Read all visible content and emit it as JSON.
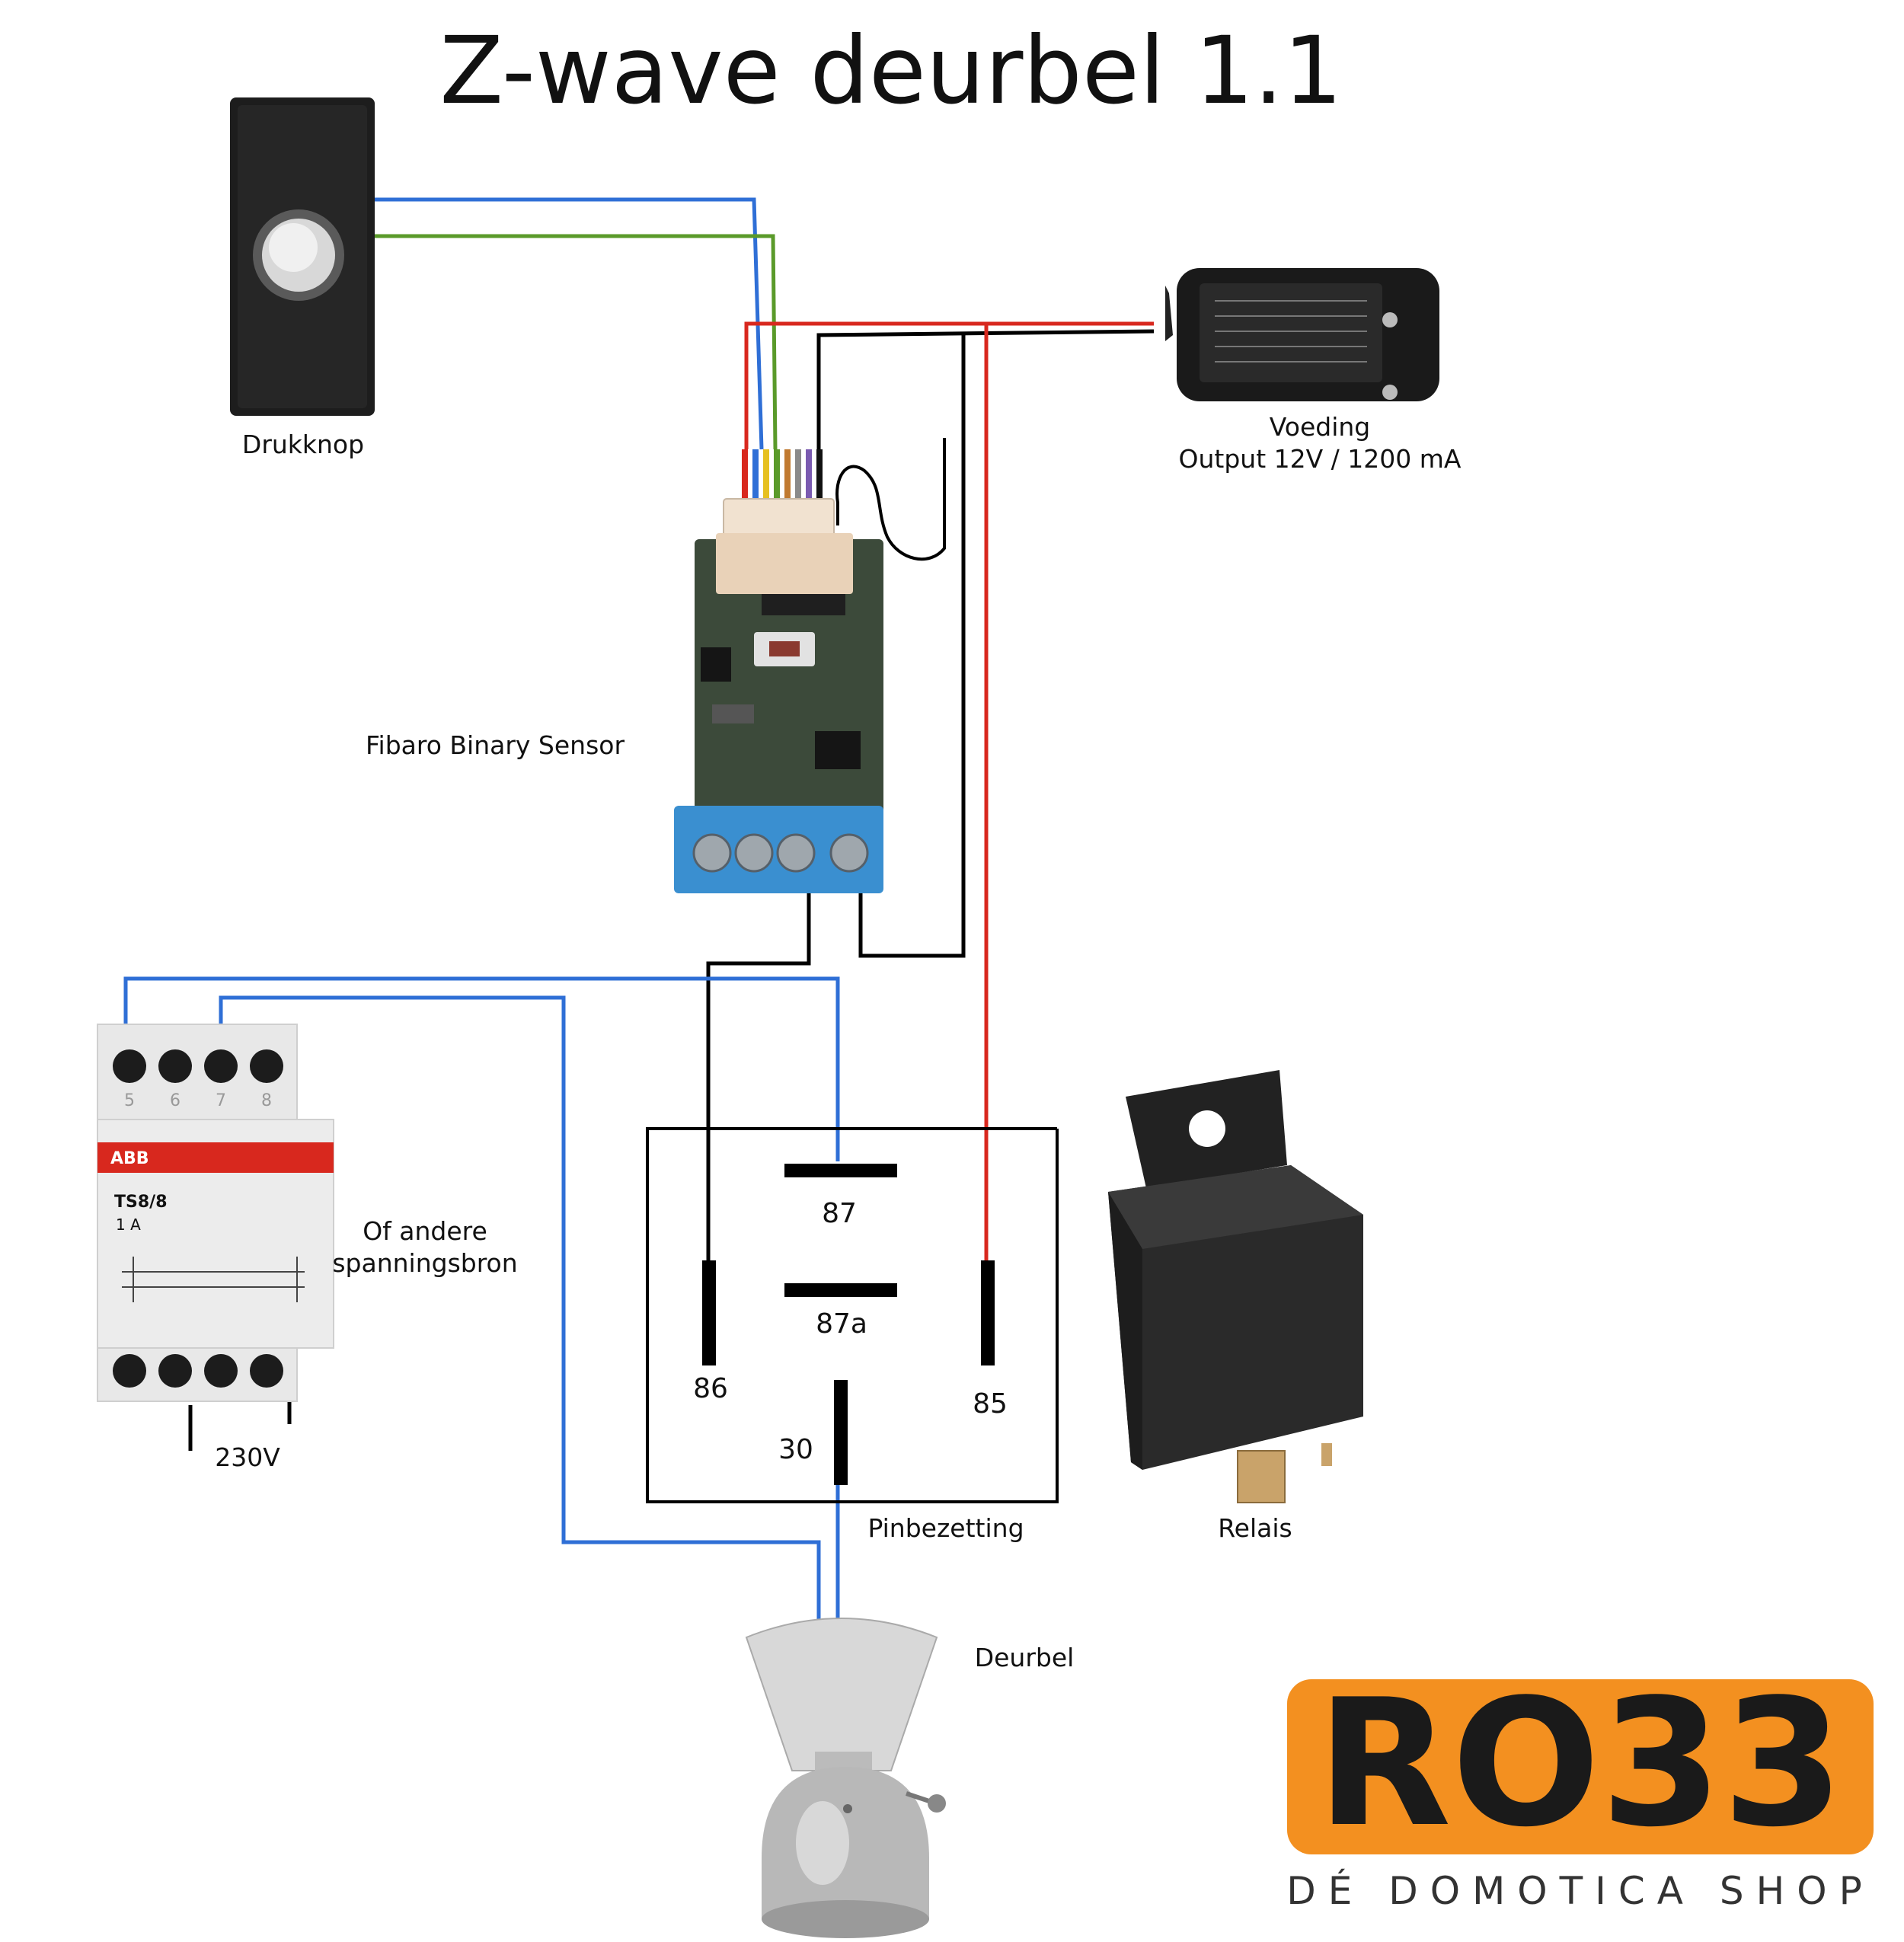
{
  "title": "Z-wave deurbel 1.1",
  "labels": {
    "drukknop": "Drukknop",
    "voeding_1": "Voeding",
    "voeding_2": "Output 12V / 1200 mA",
    "sensor": "Fibaro Binary Sensor",
    "source_1": "Of andere",
    "source_2": "spanningsbron",
    "mains": "230V",
    "pinout": "Pinbezetting",
    "relay": "Relais",
    "bell": "Deurbel"
  },
  "pins": {
    "p87": "87",
    "p87a": "87a",
    "p86": "86",
    "p85": "85",
    "p30": "30"
  },
  "transformer": {
    "brand": "ABB",
    "model": "TS8/8",
    "current": "1 A",
    "terminals_top": [
      "5",
      "6",
      "7",
      "8"
    ]
  },
  "logo": {
    "text": "RO33",
    "tagline": "DÉ DOMOTICA SHOP"
  },
  "colors": {
    "blue": "#2f6fd6",
    "green": "#5a9a2a",
    "red": "#d8281e",
    "black": "#000000",
    "orange": "#f39020",
    "terminal_blue": "#3a8fd0"
  }
}
